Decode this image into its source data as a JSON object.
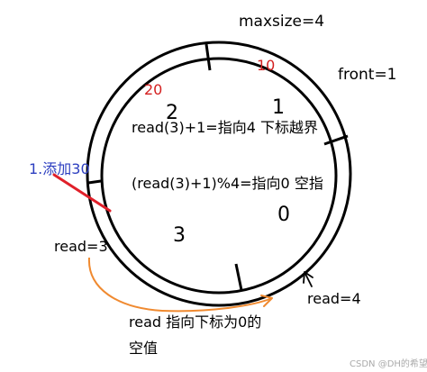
{
  "diagram": {
    "maxsize_label": "maxsize=4",
    "front_label": "front=1",
    "slots": [
      {
        "index": "0"
      },
      {
        "index": "1",
        "value": "10"
      },
      {
        "index": "2",
        "value": "20"
      },
      {
        "index": "3"
      }
    ],
    "note_overflow": "read(3)+1=指向4 下标越界",
    "note_modulo": "(read(3)+1)%4=指向0 空指",
    "step_add": "1.添加30",
    "read_before": "read=3",
    "read_after": "read=4",
    "read_explain_line1": "read 指向下标为0的",
    "read_explain_line2": "空值",
    "watermark": "CSDN @DH的希望",
    "colors": {
      "ring": "#000000",
      "red_text": "#d42020",
      "blue_text": "#2d3fc0",
      "red_arrow": "#e0202a",
      "orange_arrow": "#f08a30"
    }
  }
}
